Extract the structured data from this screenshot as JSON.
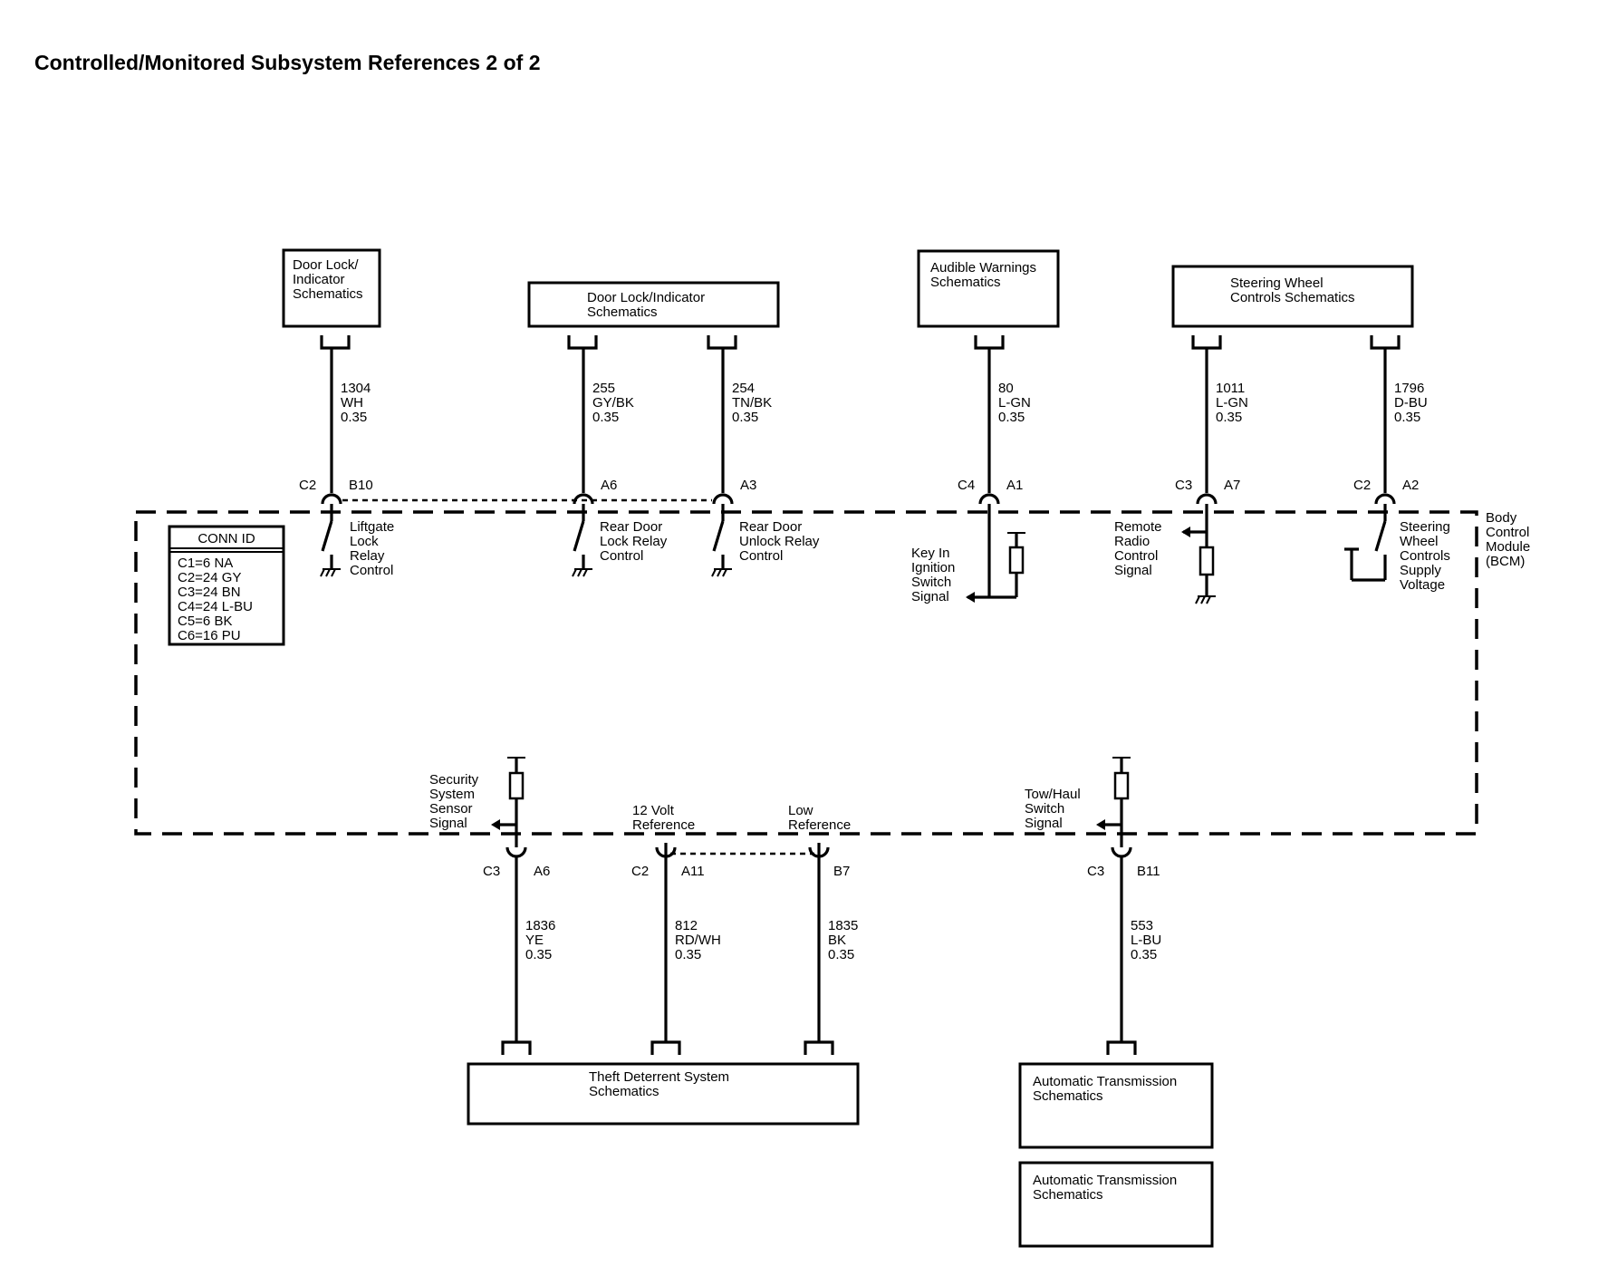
{
  "title": "Controlled/Monitored Subsystem References 2 of 2",
  "module": {
    "lines": [
      "Body",
      "Control",
      "Module",
      "(BCM)"
    ]
  },
  "conn_id": {
    "header": "CONN ID",
    "rows": [
      "C1=6 NA",
      "C2=24 GY",
      "C3=24 BN",
      "C4=24 L-BU",
      "C5=6 BK",
      "C6=16 PU"
    ]
  },
  "boxes": {
    "door_lock_1": [
      "Door Lock/",
      "Indicator",
      "Schematics"
    ],
    "door_lock_2": [
      "Door Lock/Indicator",
      "Schematics"
    ],
    "audible": [
      "Audible Warnings",
      "Schematics"
    ],
    "steering": [
      "Steering Wheel",
      "Controls Schematics"
    ],
    "theft": [
      "Theft Deterrent System",
      "Schematics"
    ],
    "auto_trans_1": [
      "Automatic Transmission",
      "Schematics"
    ],
    "auto_trans_2": [
      "Automatic Transmission",
      "Schematics"
    ]
  },
  "wires": {
    "w1304": [
      "1304",
      "WH",
      "0.35"
    ],
    "w255": [
      "255",
      "GY/BK",
      "0.35"
    ],
    "w254": [
      "254",
      "TN/BK",
      "0.35"
    ],
    "w80": [
      "80",
      "L-GN",
      "0.35"
    ],
    "w1011": [
      "1011",
      "L-GN",
      "0.35"
    ],
    "w1796": [
      "1796",
      "D-BU",
      "0.35"
    ],
    "w1836": [
      "1836",
      "YE",
      "0.35"
    ],
    "w812": [
      "812",
      "RD/WH",
      "0.35"
    ],
    "w1835": [
      "1835",
      "BK",
      "0.35"
    ],
    "w553": [
      "553",
      "L-BU",
      "0.35"
    ]
  },
  "pins": {
    "p1": {
      "conn": "C2",
      "pin": "B10"
    },
    "p2": {
      "pin": "A6"
    },
    "p3": {
      "pin": "A3"
    },
    "p4": {
      "conn": "C4",
      "pin": "A1"
    },
    "p5": {
      "conn": "C3",
      "pin": "A7"
    },
    "p6": {
      "conn": "C2",
      "pin": "A2"
    },
    "p7": {
      "conn": "C3",
      "pin": "A6"
    },
    "p8": {
      "conn": "C2",
      "pin": "A11"
    },
    "p9": {
      "pin": "B7"
    },
    "p10": {
      "conn": "C3",
      "pin": "B11"
    }
  },
  "circuits": {
    "liftgate": [
      "Liftgate",
      "Lock",
      "Relay",
      "Control"
    ],
    "rear_lock": [
      "Rear Door",
      "Lock Relay",
      "Control"
    ],
    "rear_unlock": [
      "Rear Door",
      "Unlock Relay",
      "Control"
    ],
    "key_in": [
      "Key In",
      "Ignition",
      "Switch",
      "Signal"
    ],
    "remote_radio": [
      "Remote",
      "Radio",
      "Control",
      "Signal"
    ],
    "steering_supply": [
      "Steering",
      "Wheel",
      "Controls",
      "Supply",
      "Voltage"
    ],
    "security": [
      "Security",
      "System",
      "Sensor",
      "Signal"
    ],
    "twelve_volt": [
      "12 Volt",
      "Reference"
    ],
    "low_ref": [
      "Low",
      "Reference"
    ],
    "tow_haul": [
      "Tow/Haul",
      "Switch",
      "Signal"
    ]
  }
}
